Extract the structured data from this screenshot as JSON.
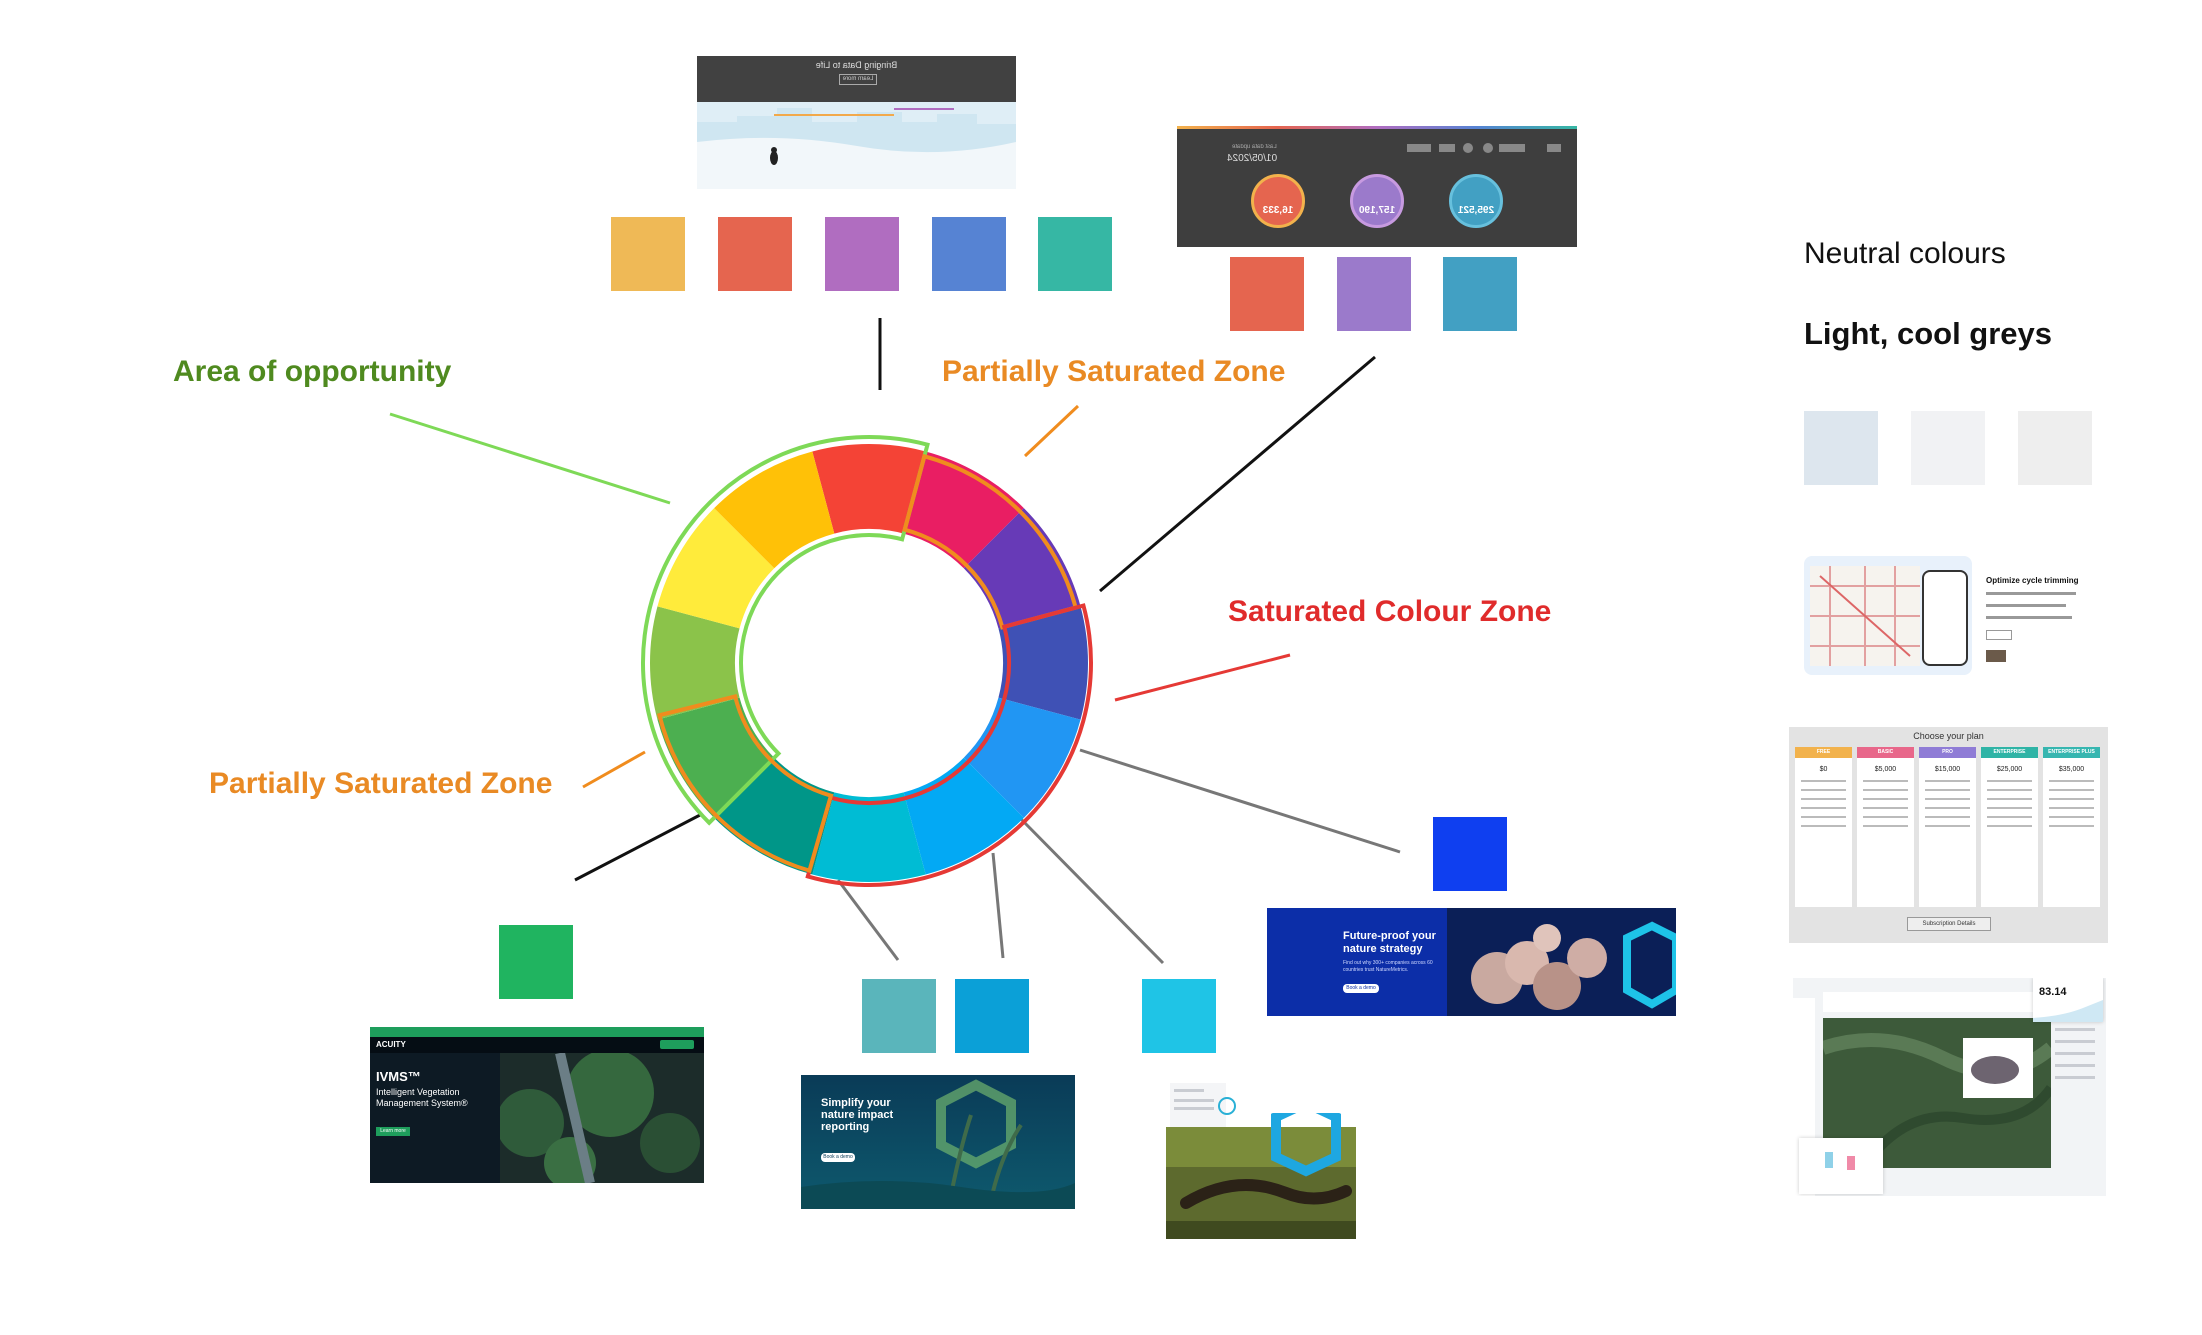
{
  "labels": {
    "area_of_opportunity": "Area of opportunity",
    "partially_saturated_top": "Partially Saturated Zone",
    "saturated_zone": "Saturated Colour Zone",
    "partially_saturated_bottom": "Partially Saturated Zone"
  },
  "label_colors": {
    "opportunity": "#4f8a1f",
    "partial": "#e98a24",
    "saturated": "#e02b2b"
  },
  "neutral": {
    "heading": "Neutral colours",
    "subheading": "Light, cool greys",
    "swatches": [
      "#dde6ee",
      "#f1f2f4",
      "#eeeeee"
    ]
  },
  "wheel": {
    "segments": [
      {
        "name": "red",
        "color": "#f44336"
      },
      {
        "name": "pink",
        "color": "#e91e63"
      },
      {
        "name": "purple",
        "color": "#673ab7"
      },
      {
        "name": "indigo",
        "color": "#3f51b5"
      },
      {
        "name": "blue",
        "color": "#2196f3"
      },
      {
        "name": "light-blue",
        "color": "#03a9f4"
      },
      {
        "name": "cyan",
        "color": "#00bcd4"
      },
      {
        "name": "teal",
        "color": "#009688"
      },
      {
        "name": "green",
        "color": "#4caf50"
      },
      {
        "name": "light-green",
        "color": "#8bc34a"
      },
      {
        "name": "yellow",
        "color": "#ffeb3b"
      },
      {
        "name": "amber",
        "color": "#ffc107"
      }
    ],
    "arc_colors": {
      "opportunity": "#7ed957",
      "partial": "#f08c1e",
      "saturated": "#e53935"
    }
  },
  "swatch_groups": {
    "top_palette": [
      "#efb956",
      "#e5654f",
      "#b06dc0",
      "#5683d3",
      "#36b7a4"
    ],
    "right_palette": [
      "#e5654f",
      "#9b7acb",
      "#42a0c3"
    ],
    "green_single": "#20b460",
    "bottom_pair": [
      "#5ab5bb",
      "#0ba0d7"
    ],
    "cyan_single": "#1fc4e6",
    "blue_single": "#0f3ff0"
  },
  "thumbnails": {
    "penguin": {
      "headline": "Bringing Data to Life",
      "button": "Learn more"
    },
    "dashboard": {
      "date": "01/05/2024",
      "date_label": "Last data update",
      "stats": [
        {
          "value": "16,333",
          "color": "#e5654f"
        },
        {
          "value": "157,190",
          "color": "#9b7acb"
        },
        {
          "value": "295,521",
          "color": "#42a0c3"
        }
      ]
    },
    "ivms": {
      "logo": "ACUITY",
      "title": "IVMS™",
      "subtitle": "Intelligent Vegetation Management System®",
      "button": "Learn more"
    },
    "simplify": {
      "headline": "Simplify your nature impact reporting",
      "button": "Book a demo"
    },
    "future": {
      "headline": "Future-proof your nature strategy",
      "body": "Find out why 300+ companies across 60 countries trust NatureMetrics.",
      "button": "Book a demo"
    },
    "cycle": {
      "title": "Optimize cycle trimming"
    },
    "plans": {
      "title": "Choose your plan",
      "tiers": [
        {
          "name": "FREE",
          "price": "$0",
          "color": "#f2b24c"
        },
        {
          "name": "BASIC",
          "price": "$5,000",
          "color": "#e8678a"
        },
        {
          "name": "PRO",
          "price": "$15,000",
          "color": "#8f7cd6"
        },
        {
          "name": "ENTERPRISE",
          "price": "$25,000",
          "color": "#2fb4a6"
        },
        {
          "name": "ENTERPRISE PLUS",
          "price": "$35,000",
          "color": "#36b6b0"
        }
      ],
      "button": "Subscription Details"
    },
    "map_app": {
      "metric": "83.14"
    }
  }
}
